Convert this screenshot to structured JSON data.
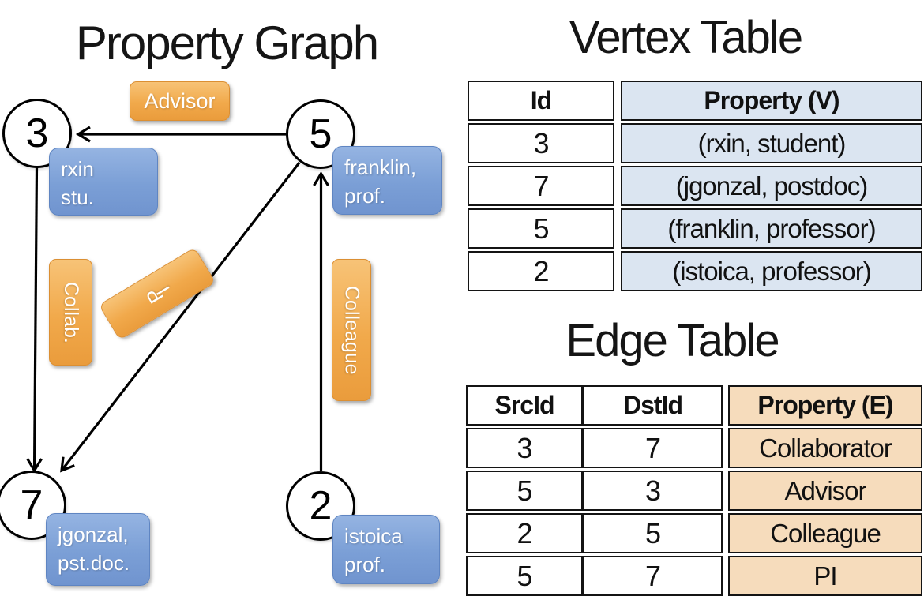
{
  "graph": {
    "title": "Property Graph",
    "nodes": [
      {
        "id": "3",
        "line1": "rxin",
        "line2": "stu."
      },
      {
        "id": "5",
        "line1": "franklin,",
        "line2": "prof."
      },
      {
        "id": "7",
        "line1": "jgonzal,",
        "line2": "pst.doc."
      },
      {
        "id": "2",
        "line1": "istoica",
        "line2": "prof."
      }
    ],
    "edge_labels": {
      "advisor": "Advisor",
      "collab": "Collab.",
      "pi": "PI",
      "colleague": "Colleague"
    },
    "edges": [
      {
        "from": "5",
        "to": "3",
        "label": "Advisor"
      },
      {
        "from": "3",
        "to": "7",
        "label": "Collab."
      },
      {
        "from": "5",
        "to": "7",
        "label": "PI"
      },
      {
        "from": "2",
        "to": "5",
        "label": "Colleague"
      }
    ]
  },
  "vertex_table": {
    "title": "Vertex Table",
    "col_id": "Id",
    "col_property": "Property (V)",
    "rows": [
      {
        "id": "3",
        "property": "(rxin, student)"
      },
      {
        "id": "7",
        "property": "(jgonzal, postdoc)"
      },
      {
        "id": "5",
        "property": "(franklin, professor)"
      },
      {
        "id": "2",
        "property": "(istoica, professor)"
      }
    ]
  },
  "edge_table": {
    "title": "Edge Table",
    "col_src": "SrcId",
    "col_dst": "DstId",
    "col_property": "Property (E)",
    "rows": [
      {
        "src": "3",
        "dst": "7",
        "property": "Collaborator"
      },
      {
        "src": "5",
        "dst": "3",
        "property": "Advisor"
      },
      {
        "src": "2",
        "dst": "5",
        "property": "Colleague"
      },
      {
        "src": "5",
        "dst": "7",
        "property": "PI"
      }
    ]
  },
  "colors": {
    "edge_label_fill": "#f1a94b",
    "vertex_label_fill_light": "#95b4e2",
    "vertex_cell_fill": "#dbe5f1",
    "edge_cell_fill": "#f6dcbc",
    "line_color": "#000000"
  }
}
